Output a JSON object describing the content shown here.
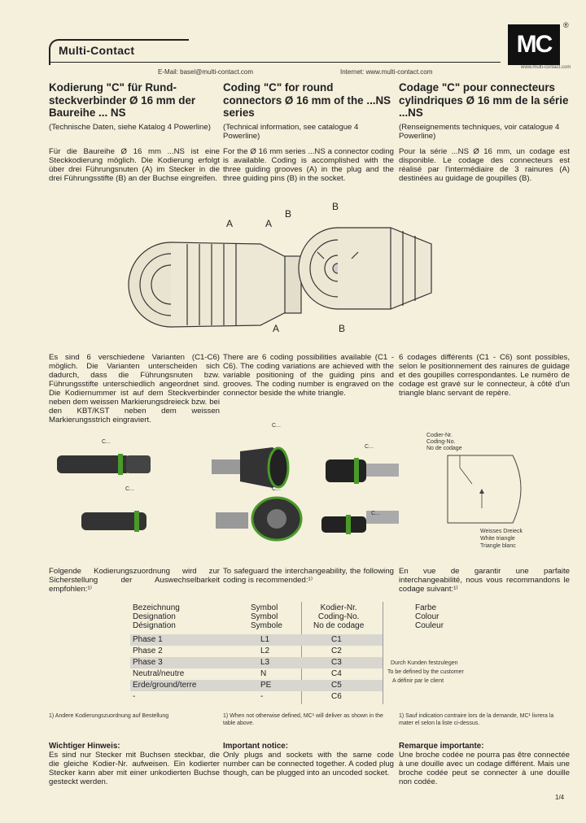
{
  "header": {
    "brand": "Multi-Contact",
    "logo": "MC",
    "reg": "®",
    "logo_sub": "www.multi-contact.com",
    "email": "E-Mail: basel@multi-contact.com",
    "internet": "Internet: www.multi-contact.com"
  },
  "col_de": {
    "heading": "Kodierung \"C\" für Rund- steckverbinder Ø 16 mm der Baureihe ... NS",
    "ref": "(Technische Daten, siehe Katalog 4 Powerline)",
    "intro": "Für die Baureihe Ø 16 mm ...NS ist eine Steckkodierung möglich. Die Kodierung erfolgt über drei Führungsnuten (A) im Stecker in die drei Führungsstifte (B) an der Buchse eingreifen.",
    "variants": "Es sind 6 verschiedene Varianten (C1-C6) möglich. Die Varianten unterscheiden sich dadurch, dass die Führungsnuten bzw. Führungsstifte unterschiedlich angeordnet sind. Die Kodiernummer ist auf dem Steckverbinder neben dem weissen Markierungsdreieck bzw. bei den KBT/KST neben dem weissen Markierungsstrich eingraviert.",
    "coding": "Folgende Kodierungszuordnung wird zur Sicherstellung der Auswechselbarkeit empfohlen:¹⁾",
    "footnote": "1) Andere Kodierungszuordnung auf Bestellung",
    "notice_title": "Wichtiger Hinweis:",
    "notice": "Es sind nur Stecker mit Buchsen steckbar, die die gleiche Kodier-Nr. aufweisen. Ein kodierter Stecker kann aber mit einer unkodierten Buchse gesteckt werden."
  },
  "col_en": {
    "heading": "Coding \"C\" for round connectors Ø 16 mm of the ...NS series",
    "ref": "(Technical information, see catalogue 4 Powerline)",
    "intro": "For the Ø 16 mm series ...NS a connector coding is available. Coding is accomplished with the three guiding grooves (A) in the plug and the three guiding pins (B) in the socket.",
    "variants": "There are 6 coding possibilities available (C1 - C6). The coding variations are achieved with the variable positioning of the guiding pins and grooves. The coding number is engraved on the connector beside the white triangle.",
    "coding": "To safeguard the interchangeability, the following coding is recommended:¹⁾",
    "footnote": "1) When not otherwise defined, MC¹ will deliver as shown in the table above.",
    "notice_title": "Important notice:",
    "notice": "Only plugs and sockets with the same code number can be connected together. A coded plug though, can be plugged into an uncoded socket."
  },
  "col_fr": {
    "heading": "Codage \"C\" pour connecteurs cylindriques Ø 16 mm de la série ...NS",
    "ref": "(Renseignements techniques, voir catalogue 4 Powerline)",
    "intro": "Pour la série ...NS Ø 16 mm, un codage est disponible. Le codage des connecteurs est réalisé par l'intermédiaire de 3 rainures (A) destinées au guidage de goupilles (B).",
    "variants": "6 codages différents (C1 - C6) sont possibles, selon le positionnement des rainures de guidage et des goupilles correspondantes. Le numéro de codage est gravé sur le connecteur, à côté d'un triangle blanc servant de repère.",
    "coding": "En vue de garantir une parfaite interchangeabilité, nous vous recommandons le codage suivant:¹⁾",
    "footnote": "1) Sauf indication contraire lors de la demande, MC¹ livrera la mater el selon la liste ci-dessus.",
    "notice_title": "Remarque importante:",
    "notice": "Une broche codée ne pourra pas être connectée à une douille avec un codage différent. Mais une broche codée peut se connecter à une douille non codée."
  },
  "figure_labels": {
    "a1": "A",
    "a2": "A",
    "a3": "A",
    "b1": "B",
    "b2": "B",
    "b3": "B"
  },
  "photo_labels": {
    "c": "C...",
    "codier": "Codier-Nr.",
    "coding_no": "Coding-No.",
    "no_codage": "No de codage",
    "weisses": "Weisses Dreieck",
    "white": "White triangle",
    "triangle": "Triangle blanc"
  },
  "table": {
    "head": {
      "c1": [
        "Bezeichnung",
        "Designation",
        "Désignation"
      ],
      "c2": [
        "Symbol",
        "Symbol",
        "Symbole"
      ],
      "c3": [
        "Kodier-Nr.",
        "Coding-No.",
        "No de codage"
      ],
      "c4": [
        "Farbe",
        "Colour",
        "Couleur"
      ]
    },
    "rows": [
      {
        "name": "Phase 1",
        "symbol": "L1",
        "code": "C1"
      },
      {
        "name": "Phase 2",
        "symbol": "L2",
        "code": "C2"
      },
      {
        "name": "Phase 3",
        "symbol": "L3",
        "code": "C3"
      },
      {
        "name": "Neutral/neutre",
        "symbol": "N",
        "code": "C4"
      },
      {
        "name": "Erde/ground/terre",
        "symbol": "PE",
        "code": "C5"
      },
      {
        "name": "-",
        "symbol": "-",
        "code": "C6"
      }
    ],
    "colour_notes": [
      "Durch Kunden festzulegen",
      "To be defined by the customer",
      "A définir par le client"
    ]
  },
  "page": "1/4"
}
